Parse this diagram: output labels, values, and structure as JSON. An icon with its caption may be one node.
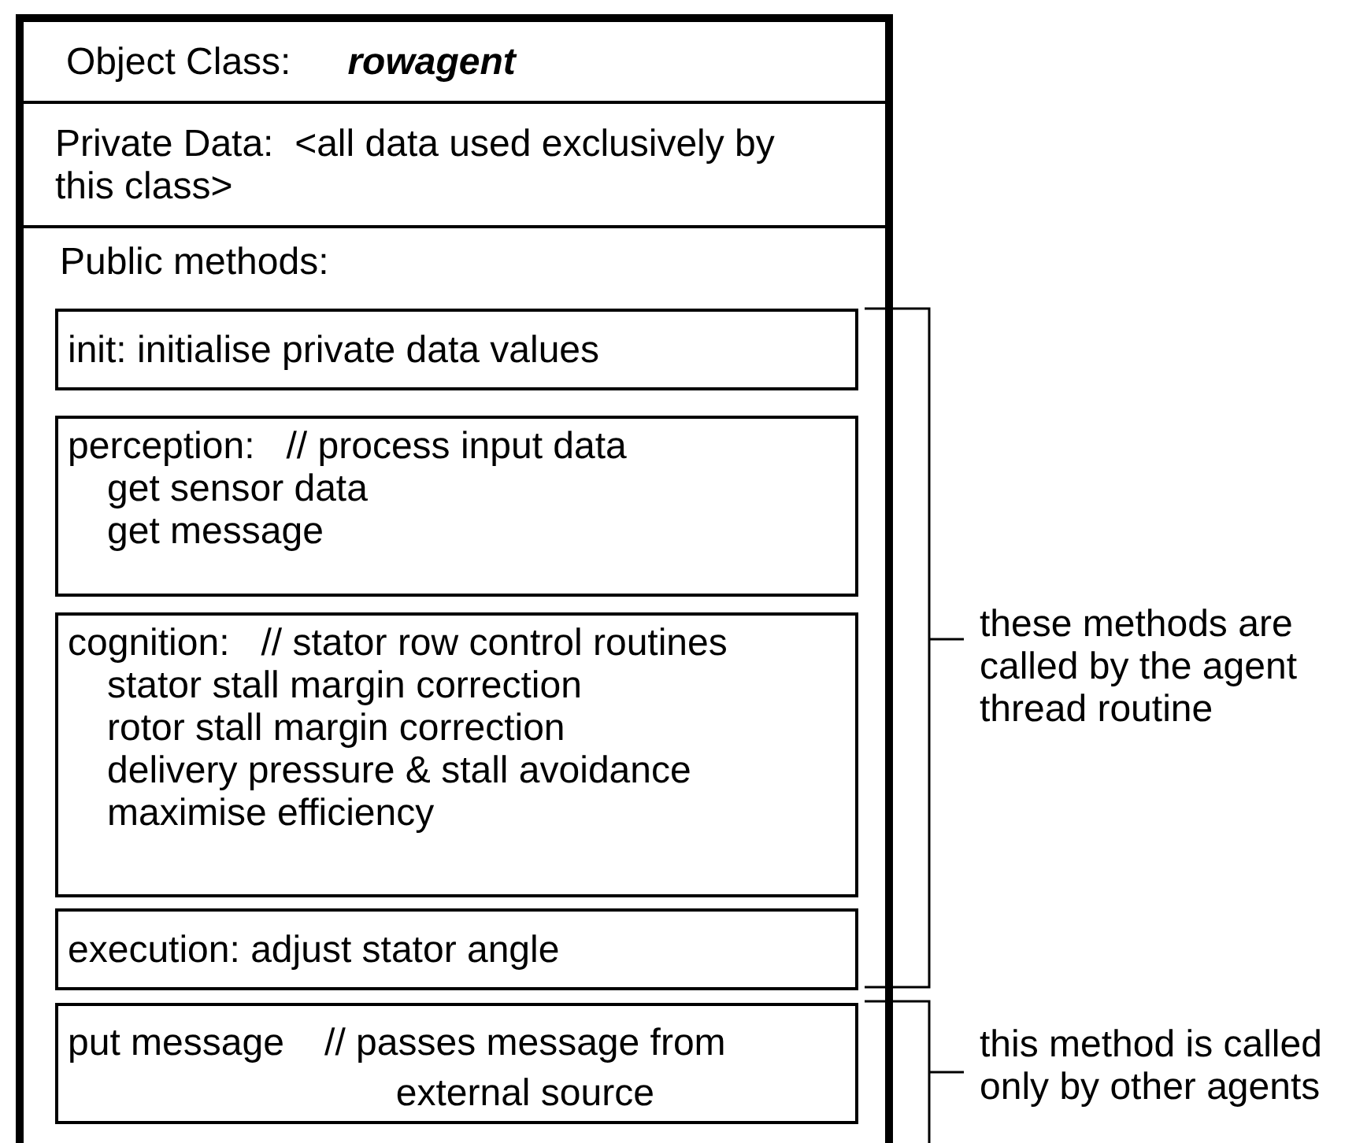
{
  "diagram": {
    "nodes": [
      {
        "text": [],
        "shape": "box"
      },
      {
        "text": [
          "Object Class:",
          "rowagent"
        ],
        "in": 0
      },
      {
        "text": [
          "Private Data:  <all data used exclusively by this class>"
        ],
        "in": 0
      },
      {
        "text": [
          "Public methods:"
        ],
        "in": 0
      },
      {
        "text": [
          "init: initialise private data values"
        ],
        "in": 3
      },
      {
        "text": [
          "perception:   // process input data",
          "get sensor data",
          "get message"
        ],
        "in": 3
      },
      {
        "text": [
          "cognition:   // stator row control routines",
          "stator stall margin correction",
          "rotor stall margin correction",
          "delivery pressure & stall avoidance",
          "maximise efficiency"
        ],
        "in": 3
      },
      {
        "text": [
          "execution: adjust stator angle"
        ],
        "in": 3
      },
      {
        "text": [
          "put message",
          "// passes message from external source"
        ],
        "in": 3
      }
    ],
    "labels": [
      "these methods are called by the agent thread routine",
      "this method is called only by other agents"
    ]
  }
}
